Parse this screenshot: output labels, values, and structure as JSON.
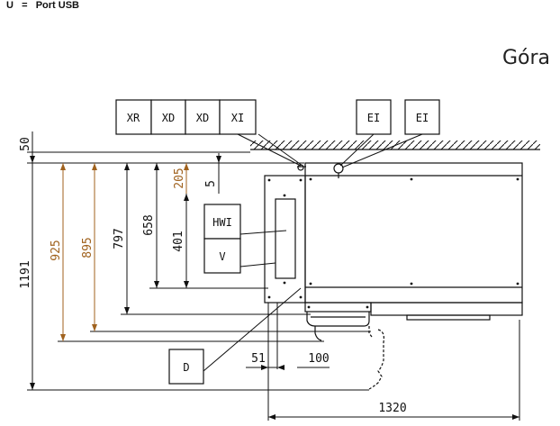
{
  "legend": {
    "line_top": "U  =  Port USB",
    "line": "U   =   Port USB"
  },
  "view_label": "Góra",
  "connectors": {
    "xr": "XR",
    "xd1": "XD",
    "xd2": "XD",
    "xi": "XI",
    "ei1": "EI",
    "ei2": "EI",
    "hwi": "HWI",
    "v": "V",
    "d": "D"
  },
  "dimensions": {
    "d50": "50",
    "d1191": "1191",
    "d925": "925",
    "d895": "895",
    "d797": "797",
    "d658": "658",
    "d401": "401",
    "d205": "205",
    "d5": "5",
    "d51": "51",
    "d100": "100",
    "d1320": "1320"
  },
  "colors": {
    "line": "#111111",
    "accent_dimension": "#a0621e",
    "text": "#111111"
  }
}
